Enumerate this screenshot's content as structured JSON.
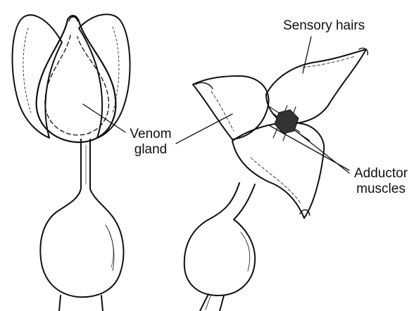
{
  "labels": {
    "sensory_hairs": "Sensory hairs",
    "venom_gland_line1": "Venom",
    "venom_gland_line2": "gland",
    "adductor_line1": "Adductor",
    "adductor_line2": "muscles"
  },
  "colors": {
    "ink": "#111111",
    "paper": "#ffffff",
    "stipple": "#333333"
  }
}
